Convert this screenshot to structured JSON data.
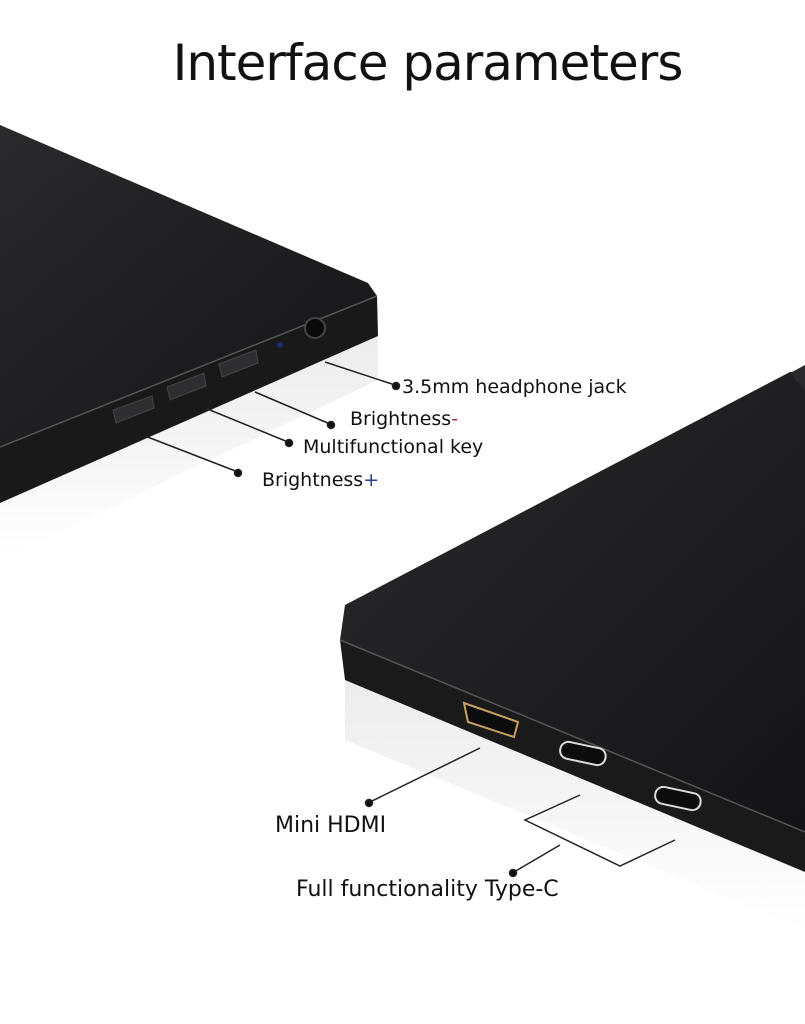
{
  "title": "Interface parameters",
  "labels": {
    "headphone": "3.5mm headphone jack",
    "brightness_minus": "Brightness",
    "minus_sign": "-",
    "multifunction": "Multifunctional key",
    "brightness_plus": "Brightness",
    "plus_sign": "+",
    "mini_hdmi": "Mini HDMI",
    "type_c": "Full functionality Type-C"
  },
  "colors": {
    "minus": "#a0303a",
    "plus": "#2a3aa8",
    "device": "#1c1c1e"
  }
}
